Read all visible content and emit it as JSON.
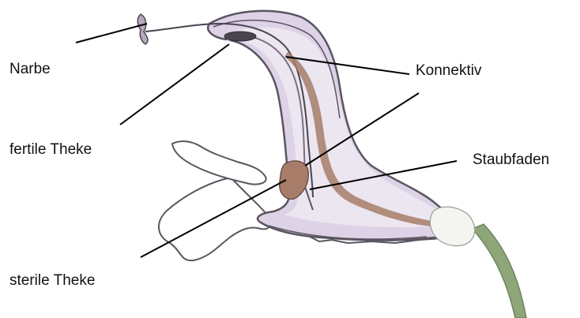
{
  "labels": {
    "narbe": "Narbe",
    "fertile_theke": "fertile Theke",
    "sterile_theke": "sterile Theke",
    "konnektiv": "Konnektiv",
    "staubfaden": "Staubfaden"
  },
  "colors": {
    "petal_fill": "#ddd2e6",
    "petal_fill_light": "#ece6f1",
    "outline": "#5a5560",
    "stamen_brown": "#a77d6a",
    "stem_green": "#8fa679",
    "leader_line": "#000000"
  }
}
